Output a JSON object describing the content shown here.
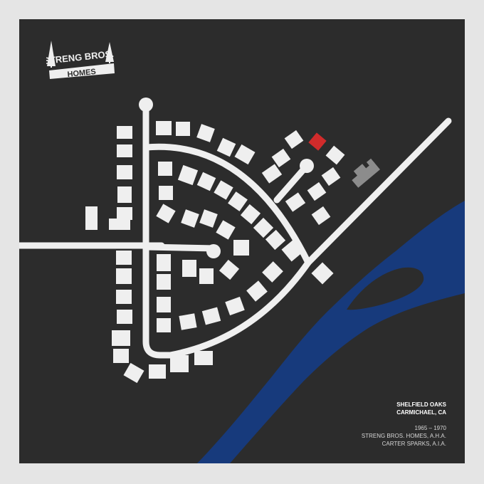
{
  "logo": {
    "line1": "STRENG BROS.",
    "line2": "HOMES"
  },
  "info": {
    "neighborhood": "SHELFIELD OAKS",
    "city": "CARMICHAEL, CA",
    "years": "1965 – 1970",
    "builder": "STRENG BROS. HOMES, A.H.A.",
    "architect": "CARTER SPARKS, A.I.A."
  },
  "colors": {
    "background": "#2c2c2c",
    "frame": "#e5e5e5",
    "road": "#efefef",
    "lot": "#efefef",
    "highlight_lot": "#d12b2b",
    "other_building": "#8c8c8c",
    "river": "#173a7c"
  }
}
